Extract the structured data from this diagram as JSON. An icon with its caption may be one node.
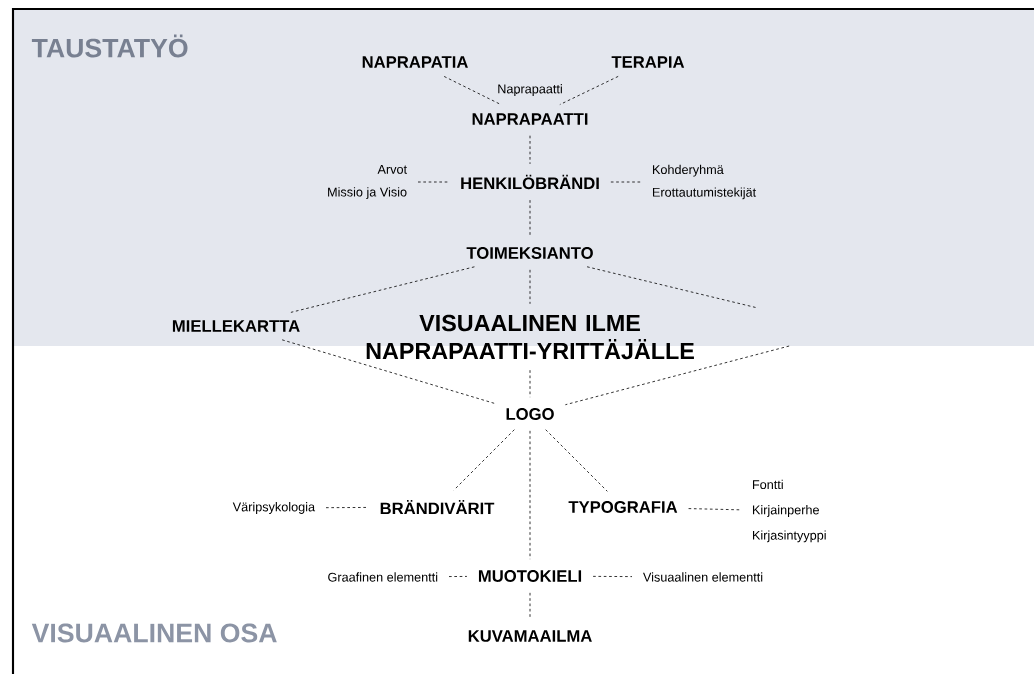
{
  "diagram": {
    "nodes": [
      {
        "text": [
          "NAPRAPATIA"
        ]
      },
      {
        "text": [
          "TERAPIA"
        ]
      },
      {
        "text": [
          "NAPRAPAATTI"
        ]
      },
      {
        "text": [
          "Arvot",
          "Missio ja Visio"
        ]
      },
      {
        "text": [
          "HENKILÖBRÄNDI"
        ]
      },
      {
        "text": [
          "Kohderyhmä",
          "Erottautumistekijät"
        ]
      },
      {
        "text": [
          "TOIMEKSIANTO"
        ]
      },
      {
        "text": [
          "MIELLEKARTTA"
        ]
      },
      {
        "text": [
          "VISUAALINEN ILME NAPRAPAATTI-YRITTÄJÄLLE"
        ]
      },
      {
        "text": [
          "LOGO"
        ]
      },
      {
        "text": [
          "Väripsykologia"
        ]
      },
      {
        "text": [
          "BRÄNDIVÄRIT"
        ]
      },
      {
        "text": [
          "TYPOGRAFIA"
        ]
      },
      {
        "text": [
          "Fontti",
          "Kirjainperhe",
          "Kirjasintyyppi"
        ]
      },
      {
        "text": [
          "Graafinen elementti"
        ]
      },
      {
        "text": [
          "MUOTOKIELI"
        ]
      },
      {
        "text": [
          "Visuaalinen elementti"
        ]
      },
      {
        "text": [
          "KUVAMAAILMA"
        ]
      }
    ],
    "edges": [
      {
        "from": 0,
        "to": 2,
        "arrow": "none",
        "style": "dashed"
      },
      {
        "from": 1,
        "to": 2,
        "arrow": "none",
        "style": "dashed"
      },
      {
        "from": 2,
        "to": 4,
        "arrow": "none",
        "style": "dashed"
      },
      {
        "from": 3,
        "to": 4,
        "arrow": "none",
        "style": "dashed"
      },
      {
        "from": 4,
        "to": 5,
        "arrow": "none",
        "style": "dashed"
      },
      {
        "from": 4,
        "to": 6,
        "arrow": "none",
        "style": "dashed"
      },
      {
        "from": 6,
        "to": 7,
        "arrow": "none",
        "style": "dashed"
      },
      {
        "from": 6,
        "to": 8,
        "arrow": "none",
        "style": "dashed"
      },
      {
        "from": 6,
        "to": null,
        "arrow": "none",
        "style": "dashed"
      },
      {
        "from": 7,
        "to": 9,
        "arrow": "none",
        "style": "dashed"
      },
      {
        "from": 8,
        "to": 9,
        "arrow": "none",
        "style": "dashed"
      },
      {
        "from": null,
        "to": 9,
        "arrow": "none",
        "style": "dashed"
      },
      {
        "from": 9,
        "to": 11,
        "arrow": "none",
        "style": "dashed"
      },
      {
        "from": 9,
        "to": 12,
        "arrow": "none",
        "style": "dashed"
      },
      {
        "from": 9,
        "to": 15,
        "arrow": "none",
        "style": "dashed"
      },
      {
        "from": 10,
        "to": 11,
        "arrow": "none",
        "style": "dashed"
      },
      {
        "from": 12,
        "to": 13,
        "arrow": "none",
        "style": "dashed"
      },
      {
        "from": 14,
        "to": 15,
        "arrow": "none",
        "style": "dashed"
      },
      {
        "from": 15,
        "to": 16,
        "arrow": "none",
        "style": "dashed"
      },
      {
        "from": 15,
        "to": 17,
        "arrow": "none",
        "style": "dashed"
      }
    ],
    "labels": [
      "TAUSTATYÖ",
      "Naprapaatti",
      "VISUAALINEN OSA"
    ]
  }
}
